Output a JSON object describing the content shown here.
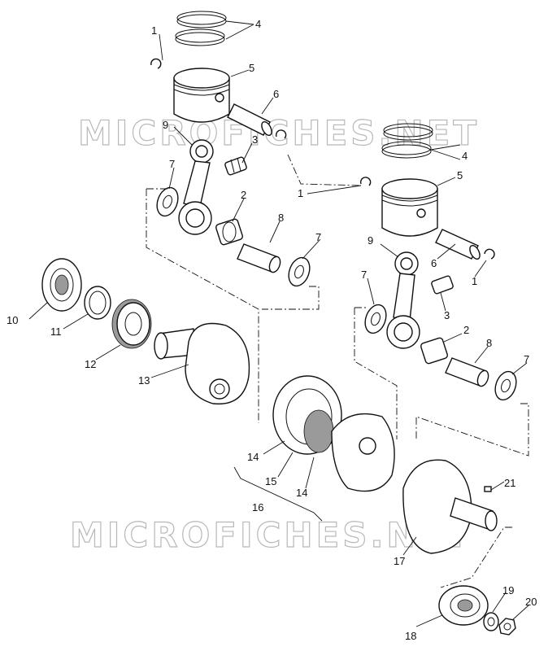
{
  "watermark": "MICROFICHES.NET",
  "callouts": [
    "1",
    "2",
    "3",
    "4",
    "5",
    "6",
    "7",
    "8",
    "9",
    "10",
    "11",
    "12",
    "13",
    "14",
    "15",
    "16",
    "17",
    "18",
    "19",
    "20",
    "21"
  ]
}
